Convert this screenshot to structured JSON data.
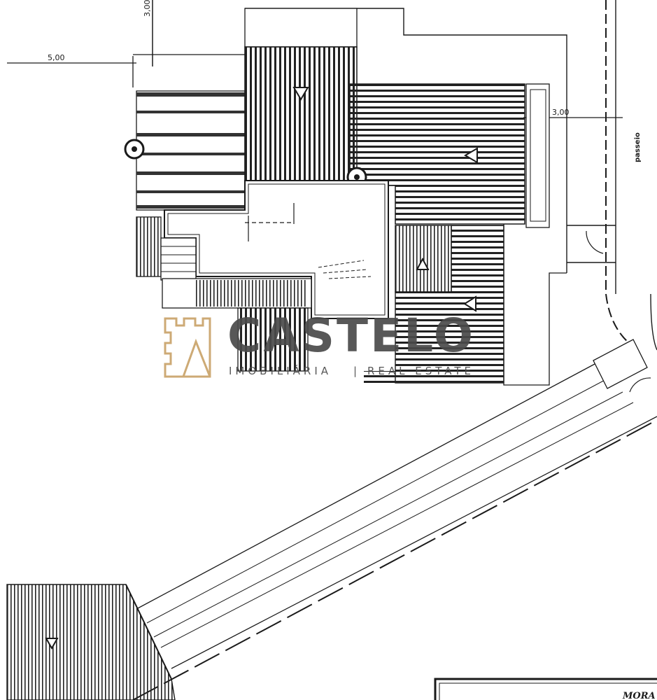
{
  "drawing": {
    "dimensions": {
      "top_offset": "3,00",
      "left_offset": "5,00",
      "right_offset": "3,00"
    },
    "street_label": "passeio",
    "title_block_text": "MORA"
  },
  "watermark": {
    "brand": "CASTELO",
    "tagline_left": "IMOBILIÁRIA",
    "separator": "|",
    "tagline_right": "REAL ESTATE",
    "colors": {
      "icon": "#c9a36a",
      "text": "#4a4a4a"
    }
  }
}
